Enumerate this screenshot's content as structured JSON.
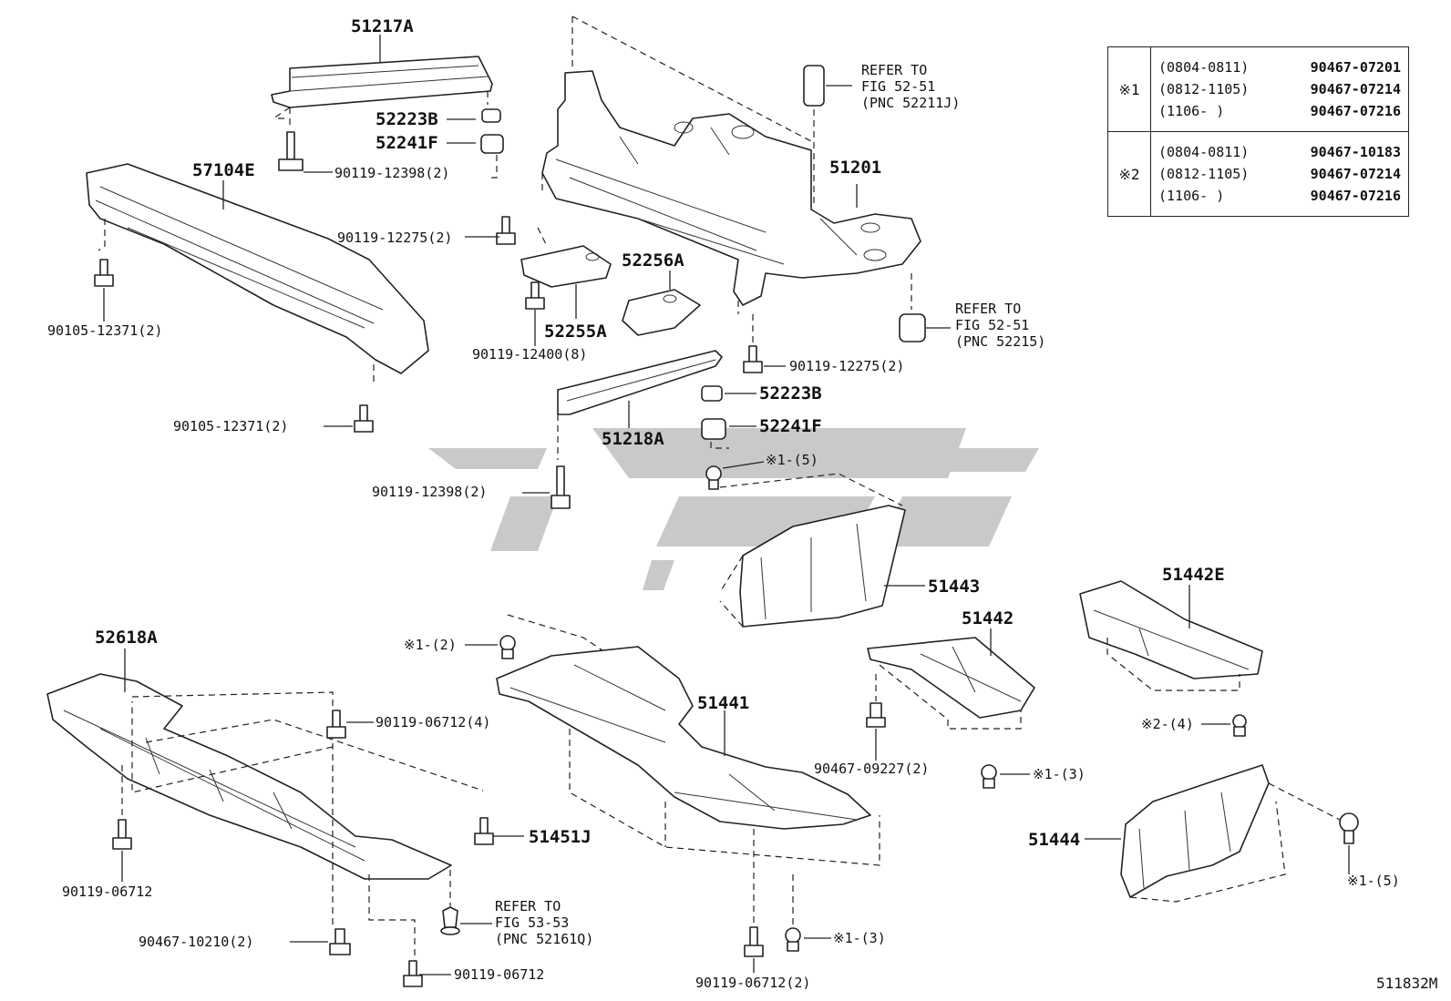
{
  "table": {
    "rows": [
      {
        "mark": "※1",
        "lines": [
          {
            "range": "(0804-0811)",
            "part": "90467-07201"
          },
          {
            "range": "(0812-1105)",
            "part": "90467-07214"
          },
          {
            "range": "(1106-     )",
            "part": "90467-07216"
          }
        ]
      },
      {
        "mark": "※2",
        "lines": [
          {
            "range": "(0804-0811)",
            "part": "90467-10183"
          },
          {
            "range": "(0812-1105)",
            "part": "90467-07214"
          },
          {
            "range": "(1106-     )",
            "part": "90467-07216"
          }
        ]
      }
    ]
  },
  "labels": {
    "p51217A": "51217A",
    "p52223B_top": "52223B",
    "p52241F_top": "52241F",
    "b90119_12398_top": "90119-12398(2)",
    "p57104E": "57104E",
    "b90119_12275_left": "90119-12275(2)",
    "b90105_12371_a": "90105-12371(2)",
    "b90105_12371_b": "90105-12371(2)",
    "refer1_a": "REFER TO",
    "refer1_b": "FIG 52-51",
    "refer1_c": "(PNC 52211J)",
    "p51201": "51201",
    "p52256A": "52256A",
    "p52255A": "52255A",
    "b90119_12400": "90119-12400(8)",
    "refer2_a": "REFER TO",
    "refer2_b": "FIG 52-51",
    "refer2_c": "(PNC 52215)",
    "b90119_12275_right": "90119-12275(2)",
    "p52223B_mid": "52223B",
    "p52241F_mid": "52241F",
    "p51218A": "51218A",
    "b90119_12398_mid": "90119-12398(2)",
    "m1_5_top": "※1-(5)",
    "p51443": "51443",
    "p51442E": "51442E",
    "p51442": "51442",
    "m1_2": "※1-(2)",
    "p52618A": "52618A",
    "b90119_06712_4": "90119-06712(4)",
    "p51441": "51441",
    "m2_4": "※2-(4)",
    "b90467_09227": "90467-09227(2)",
    "m1_3_right": "※1-(3)",
    "p51444": "51444",
    "p51451J": "51451J",
    "m1_5_bottom": "※1-(5)",
    "b90119_06712_single": "90119-06712",
    "refer3_a": "REFER TO",
    "refer3_b": "FIG 53-53",
    "refer3_c": "(PNC 52161Q)",
    "b90467_10210": "90467-10210(2)",
    "b90119_06712_bottom": "90119-06712",
    "m1_3_bottom": "※1-(3)",
    "b90119_06712_2": "90119-06712(2)"
  },
  "catalog_code": "511832M",
  "watermark_color": "#c9c9c9"
}
